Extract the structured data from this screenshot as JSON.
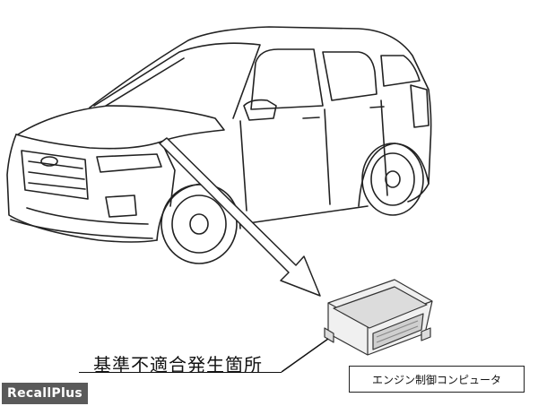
{
  "diagram": {
    "defect_location_label": "基準不適合発生箇所",
    "part_label": "エンジン制御コンピュータ"
  },
  "watermark": {
    "text": "RecallPlus"
  },
  "colors": {
    "line": "#222222",
    "watermark_bg": "#5a5a5a"
  }
}
